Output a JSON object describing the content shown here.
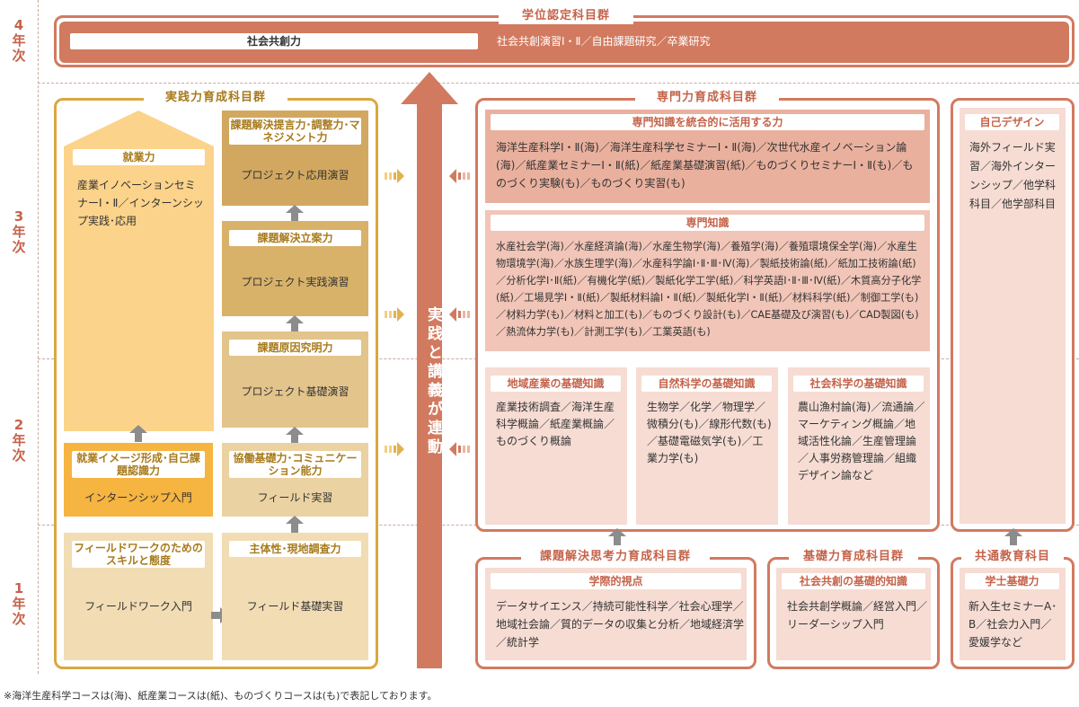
{
  "years": {
    "y4": [
      "4",
      "年",
      "次"
    ],
    "y3": [
      "3",
      "年",
      "次"
    ],
    "y2": [
      "2",
      "年",
      "次"
    ],
    "y1": [
      "1",
      "年",
      "次"
    ]
  },
  "top": {
    "title": "学位認定科目群",
    "label": "社会共創力",
    "courses": "社会共創演習Ⅰ・Ⅱ／自由課題研究／卒業研究"
  },
  "practice": {
    "title": "実践力育成科目群",
    "employ": {
      "title": "就業力",
      "text": "産業イノベーションセミナーⅠ・Ⅱ／インターンシップ実践･応用"
    },
    "image": {
      "title": "就業イメージ形成･自己課題認識力",
      "text": "インターンシップ入門"
    },
    "fieldskill": {
      "title": "フィールドワークのためのスキルと態度",
      "text": "フィールドワーク入門"
    },
    "proposal": {
      "title": "課題解決提言力･調整力･マネジメント力",
      "text": "プロジェクト応用演習"
    },
    "plan": {
      "title": "課題解決立案力",
      "text": "プロジェクト実践演習"
    },
    "cause": {
      "title": "課題原因究明力",
      "text": "プロジェクト基礎演習"
    },
    "collab": {
      "title": "協働基礎力･コミュニケーション能力",
      "text": "フィールド実習"
    },
    "subject": {
      "title": "主体性･現地調査力",
      "text": "フィールド基礎実習"
    }
  },
  "center_arrow": "実践と講義が連動",
  "specialty": {
    "title": "専門力育成科目群",
    "integrate": {
      "title": "専門知識を統合的に活用する力",
      "text": "海洋生産科学Ⅰ・Ⅱ(海)／海洋生産科学セミナーⅠ・Ⅱ(海)／次世代水産イノベーション論(海)／紙産業セミナーⅠ・Ⅱ(紙)／紙産業基礎演習(紙)／ものづくりセミナーⅠ・Ⅱ(も)／ものづくり実験(も)／ものづくり実習(も)"
    },
    "knowledge": {
      "title": "専門知識",
      "text": "水産社会学(海)／水産経済論(海)／水産生物学(海)／養殖学(海)／養殖環境保全学(海)／水産生物環境学(海)／水族生理学(海)／水産科学論Ⅰ･Ⅱ･Ⅲ･Ⅳ(海)／製紙技術論(紙)／紙加工技術論(紙)／分析化学Ⅰ･Ⅱ(紙)／有機化学(紙)／製紙化学工学(紙)／科学英語Ⅰ･Ⅱ･Ⅲ･Ⅳ(紙)／木質高分子化学(紙)／工場見学Ⅰ・Ⅱ(紙)／製紙材料論Ⅰ・Ⅱ(紙)／製紙化学Ⅰ・Ⅱ(紙)／材料科学(紙)／制御工学(も)／材料力学(も)／材料と加工(も)／ものづくり設計(も)／CAE基礎及び演習(も)／CAD製図(も)／熱流体力学(も)／計測工学(も)／工業英語(も)"
    },
    "regional": {
      "title": "地域産業の基礎知識",
      "text": "産業技術調査／海洋生産科学概論／紙産業概論／ものづくり概論"
    },
    "natural": {
      "title": "自然科学の基礎知識",
      "text": "生物学／化学／物理学／微積分(も)／線形代数(も)／基礎電磁気学(も)／工業力学(も)"
    },
    "social": {
      "title": "社会科学の基礎知識",
      "text": "農山漁村論(海)／流通論／マーケティング概論／地域活性化論／生産管理論／人事労務管理論／組織デザイン論など"
    }
  },
  "self": {
    "title": "自己デザイン",
    "text": "海外フィールド実習／海外インターンシップ／他学科科目／他学部科目"
  },
  "thinking": {
    "title": "課題解決思考力育成科目群",
    "box_title": "学際的視点",
    "text": "データサイエンス／持続可能性科学／社会心理学／地域社会論／質的データの収集と分析／地域経済学／統計学"
  },
  "basic": {
    "title": "基礎力育成科目群",
    "box_title": "社会共創の基礎的知識",
    "text": "社会共創学概論／経営入門／リーダーシップ入門"
  },
  "common": {
    "title": "共通教育科目",
    "box_title": "学士基礎力",
    "text": "新入生セミナーA･B／社会力入門／愛媛学など"
  },
  "footnote": "※海洋生産科学コースは(海)、紙産業コースは(紙)、ものづくりコースは(も)で表記しております。",
  "colors": {
    "accent_red": "#d27a5f",
    "gold": "#d9a840",
    "orange": "#f6b441",
    "light_orange": "#fcd38a",
    "beige": "#f1dcb4",
    "tan": "#d2a860",
    "pink": "#f1c5b7",
    "light_pink": "#f6dcd3"
  }
}
